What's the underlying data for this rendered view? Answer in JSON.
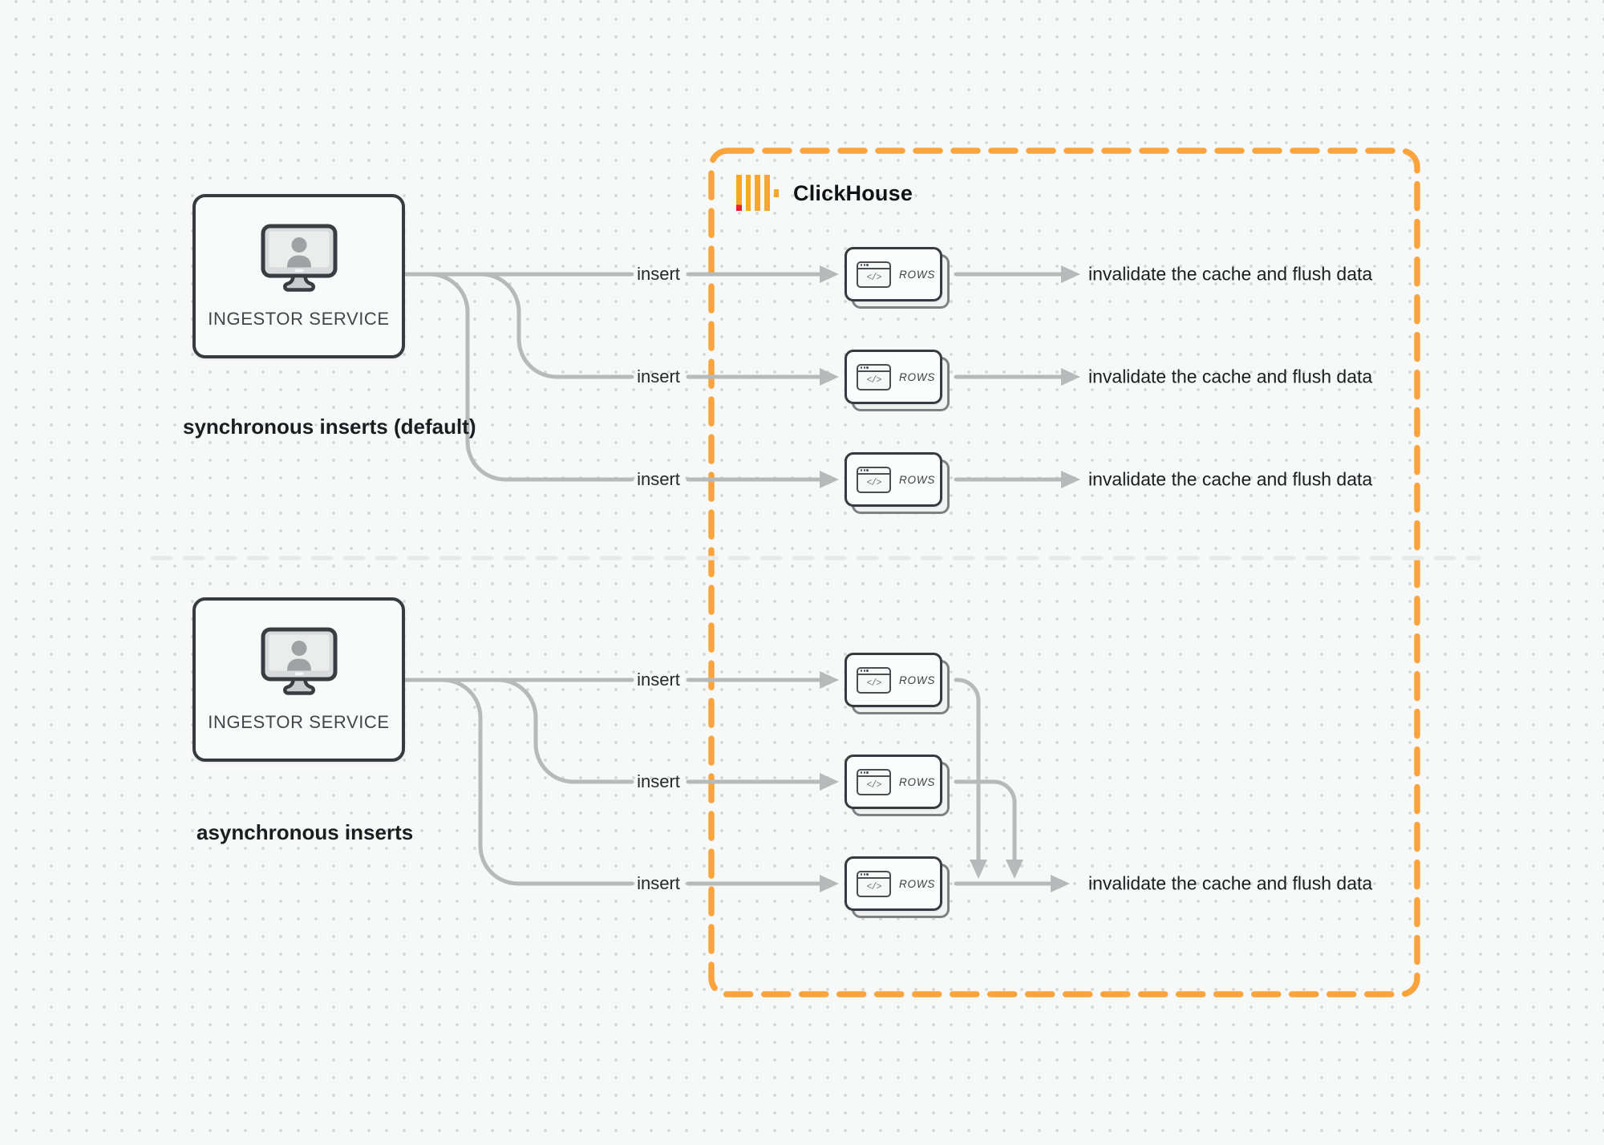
{
  "colors": {
    "background": "#f7f8f8",
    "grid_dot": "#d4d7d8",
    "connector": "#b7babb",
    "accent_orange": "#F9A43C",
    "logo_yellow": "#F9A826",
    "logo_red": "#EC1F26",
    "card_border_dark": "#363b3f",
    "card_border_back": "#7e8284",
    "text_dark": "#1b1e20",
    "divider": "#e8eaea"
  },
  "clickhouse": {
    "label": "ClickHouse"
  },
  "sync": {
    "ingestor_label": "INGESTOR SERVICE",
    "caption": "synchronous inserts (default)",
    "rows_label": "ROWS",
    "code_glyph": "</>",
    "inserts": [
      "insert",
      "insert",
      "insert"
    ],
    "results": [
      "invalidate the cache and flush data",
      "invalidate the cache and flush data",
      "invalidate the cache and flush data"
    ]
  },
  "asyncflow": {
    "ingestor_label": "INGESTOR SERVICE",
    "caption": "asynchronous inserts",
    "rows_label": "ROWS",
    "code_glyph": "</>",
    "inserts": [
      "insert",
      "insert",
      "insert"
    ],
    "result": "invalidate the cache and flush data"
  }
}
